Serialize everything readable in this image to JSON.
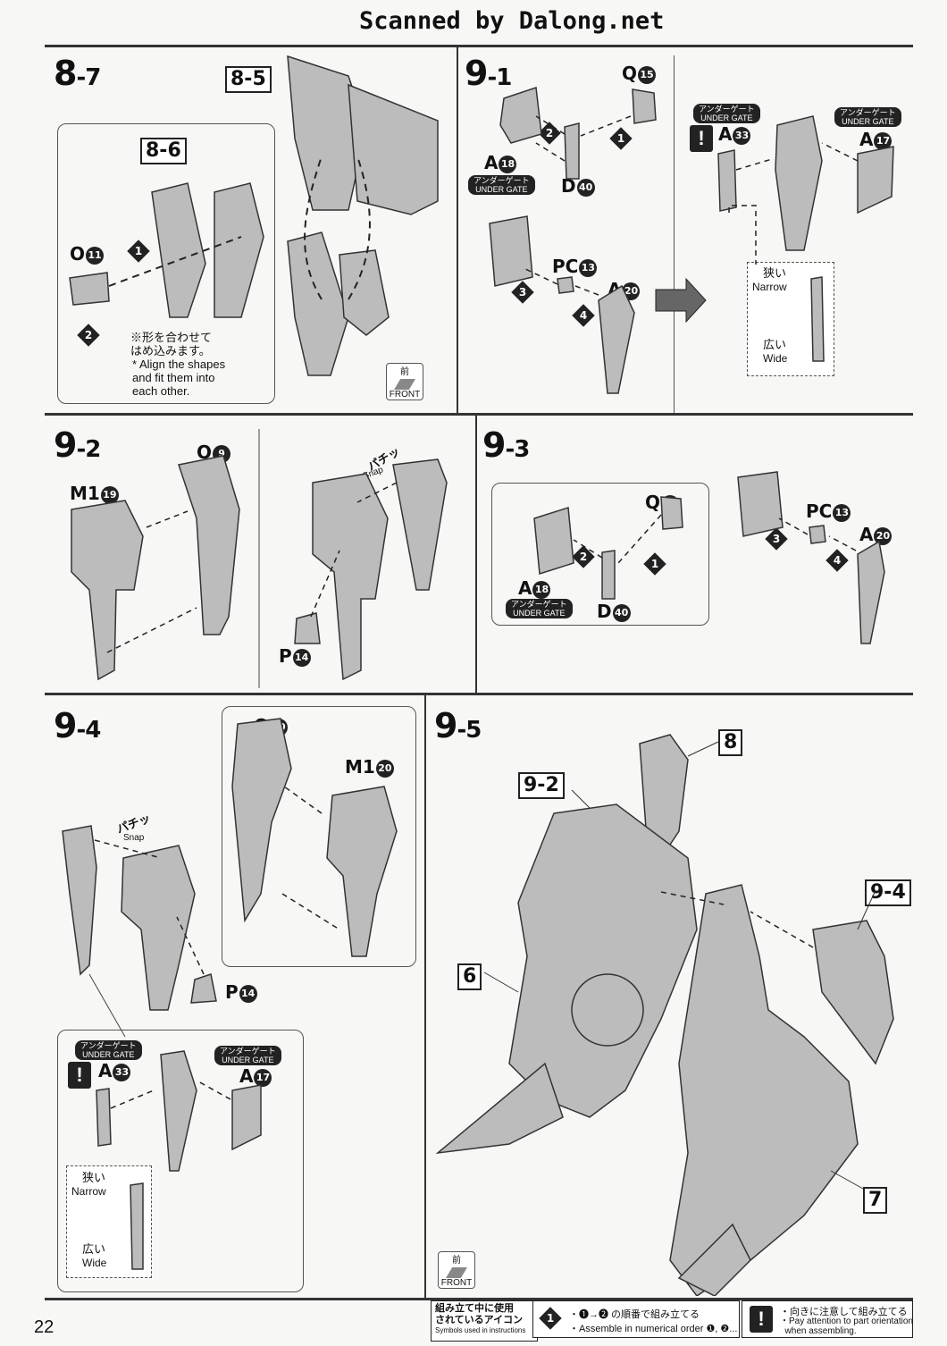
{
  "header": {
    "scan_credit": "Scanned by Dalong.net"
  },
  "page_number": "22",
  "steps": {
    "s87": {
      "label": "8",
      "sub": "-7",
      "ref_a": "8-5",
      "ref_b": "8-6",
      "part_O": "O",
      "part_O_num": "11",
      "note_jp": "※形を合わせて\nはめ込みます。",
      "note_en": "* Align the shapes\nand fit them into\neach other.",
      "front_jp": "前",
      "front_en": "FRONT",
      "ord1": "1",
      "ord2": "2"
    },
    "s91": {
      "label": "9",
      "sub": "-1",
      "part_Q": "Q",
      "part_Q_num": "15",
      "part_A18": "A",
      "part_A18_num": "18",
      "part_D": "D",
      "part_D_num": "40",
      "part_PC": "PC",
      "part_PC_num": "13",
      "part_A20": "A",
      "part_A20_num": "20",
      "ug_jp": "アンダーゲート",
      "ug_en": "UNDER GATE",
      "ord1": "1",
      "ord2": "2",
      "ord3": "3",
      "ord4": "4"
    },
    "s82": {
      "part_A33": "A",
      "part_A33_num": "33",
      "part_A17": "A",
      "part_A17_num": "17",
      "narrow_jp": "狭い",
      "narrow_en": "Narrow",
      "wide_jp": "広い",
      "wide_en": "Wide",
      "warn": "!"
    },
    "s92": {
      "label": "9",
      "sub": "-2",
      "part_M": "M1",
      "part_M_num": "19",
      "part_O": "O",
      "part_O_num": "9",
      "part_P": "P",
      "part_P_num": "14",
      "snap_jp": "パチッ",
      "snap_en": "Snap"
    },
    "s93": {
      "label": "9",
      "sub": "-3",
      "part_Q": "Q",
      "part_Q_num": "16",
      "part_A18": "A",
      "part_A18_num": "18",
      "part_D": "D",
      "part_D_num": "40",
      "part_PC": "PC",
      "part_PC_num": "13",
      "part_A20": "A",
      "part_A20_num": "20"
    },
    "s94": {
      "label": "9",
      "sub": "-4",
      "part_O": "O",
      "part_O_num": "10",
      "part_M": "M1",
      "part_M_num": "20",
      "part_P": "P",
      "part_P_num": "14",
      "part_A33": "A",
      "part_A33_num": "33",
      "part_A17": "A",
      "part_A17_num": "17"
    },
    "s95": {
      "label": "9",
      "sub": "-5",
      "ref_8": "8",
      "ref_92": "9-2",
      "ref_94": "9-4",
      "ref_6": "6",
      "ref_7": "7"
    }
  },
  "legend": {
    "title_jp": "組み立て中に使用\nされているアイコン",
    "title_en": "Symbols used in instructions",
    "order_jp": "・❶→❷ の順番で組み立てる",
    "order_en": "・Assemble in numerical order ❶, ❷...",
    "attn_jp": "・向きに注意して組み立てる",
    "attn_en": "・Pay attention to part orientation\n  when assembling."
  }
}
